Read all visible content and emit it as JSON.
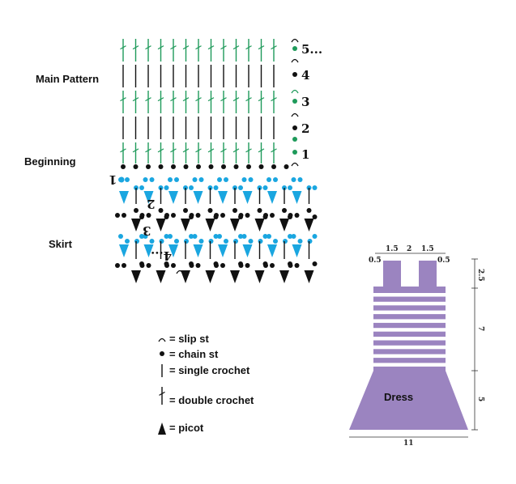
{
  "labels": {
    "main_pattern": "Main Pattern",
    "beginning": "Beginning",
    "skirt": "Skirt"
  },
  "row_numbers": {
    "r5": "5...",
    "r4": "4",
    "r3": "3",
    "r2": "2",
    "r1": "1",
    "skirt1": "1",
    "skirt2": "2",
    "skirt3": "3",
    "skirt4": "4..."
  },
  "legend": {
    "slip": "= slip st",
    "chain": "= chain st",
    "single": "= single crochet",
    "double": "= double crochet",
    "picot": "= picot"
  },
  "dress": {
    "label": "Dress",
    "top_dims": [
      "1.5",
      "2",
      "1.5"
    ],
    "side_left": "0.5",
    "side_right": "0.5",
    "right_dims": [
      "2.5",
      "7",
      "5"
    ],
    "bottom": "11"
  },
  "colors": {
    "green": "#1e9a5a",
    "cyan": "#1aa6e0",
    "black": "#111111",
    "dress": "#9b84c0"
  }
}
